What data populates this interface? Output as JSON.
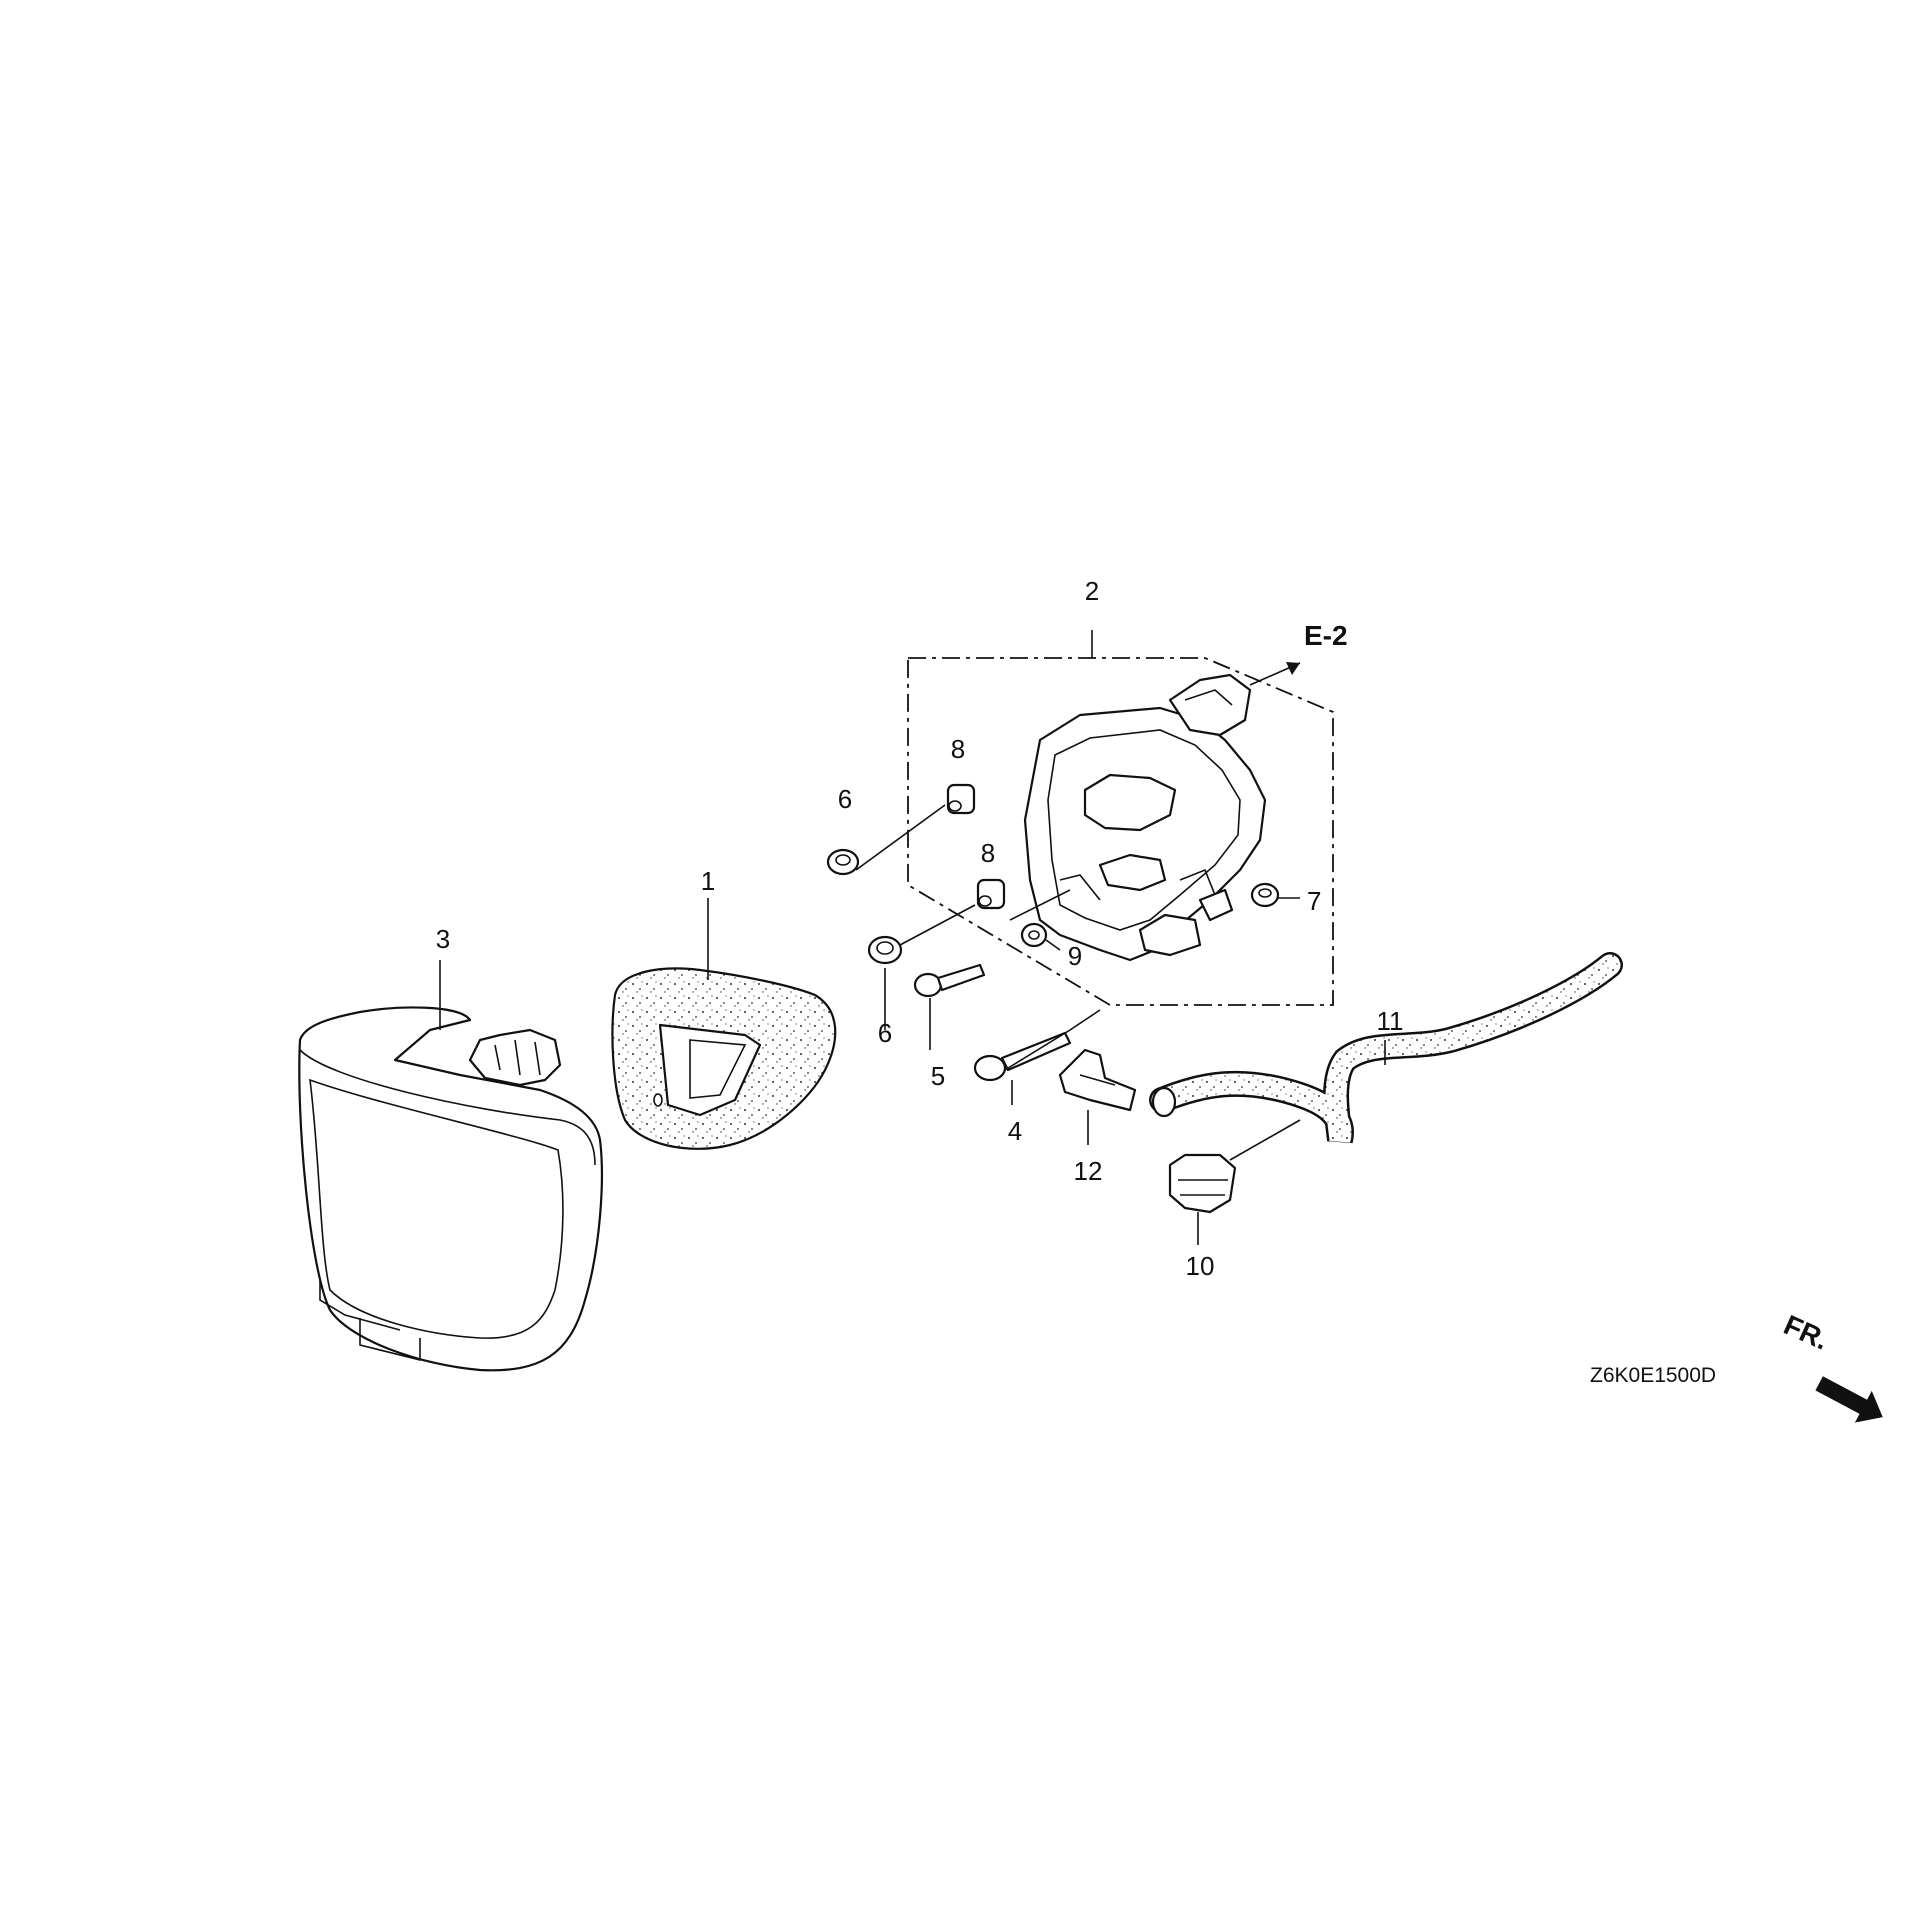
{
  "diagram": {
    "part_labels": {
      "p1": "1",
      "p2": "2",
      "p3": "3",
      "p4": "4",
      "p5": "5",
      "p6a": "6",
      "p6b": "6",
      "p7": "7",
      "p8a": "8",
      "p8b": "8",
      "p9": "9",
      "p10": "10",
      "p11": "11",
      "p12": "12"
    },
    "reference": "E-2",
    "direction_label": "FR.",
    "drawing_code": "Z6K0E1500D"
  },
  "colors": {
    "line": "#111111",
    "background": "#ffffff"
  }
}
